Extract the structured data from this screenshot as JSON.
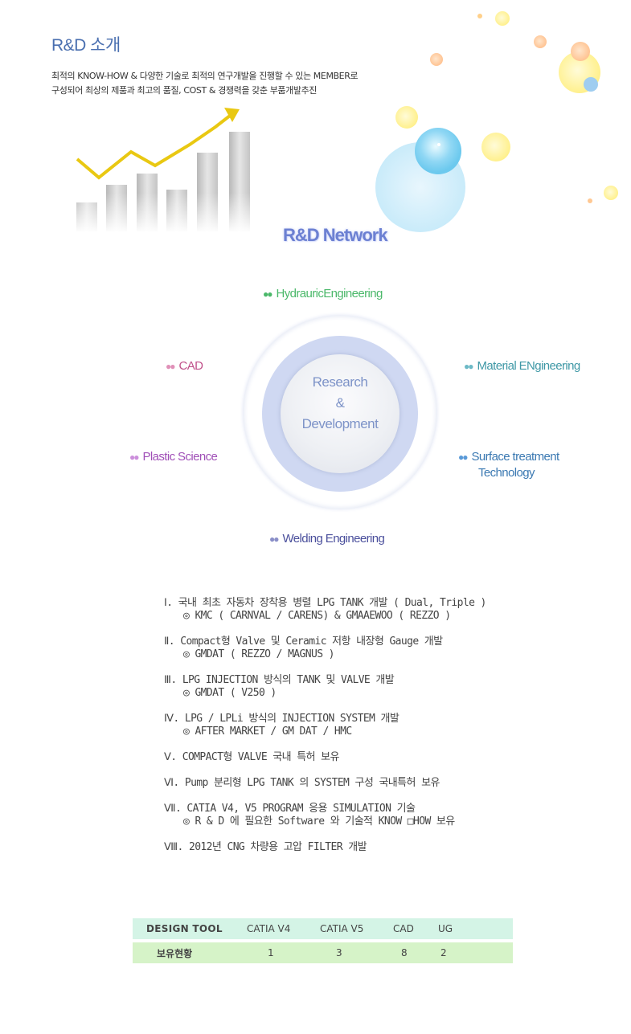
{
  "header": {
    "title": "R&D 소개",
    "intro_line1": "최적의 KNOW-HOW & 다양한 기술로 최적의 연구개발을 진행할 수 있는 MEMBER로",
    "intro_line2": "구성되어 최상의    제품과  최고의 품질, COST & 경쟁력을 갖춘 부품개발추진"
  },
  "network": {
    "title": "R&D Network",
    "center_line1": "Research",
    "center_line2": "&",
    "center_line3": "Development",
    "nodes": {
      "hydraulic": "HydrauricEngineering",
      "cad": "CAD",
      "material": "Material ENgineering",
      "plastic": "Plastic Science",
      "surface_line1": "Surface treatment",
      "surface_line2": "Technology",
      "welding": "Welding Engineering"
    },
    "dots": "●●"
  },
  "history": [
    {
      "line": "Ⅰ. 국내 최초 자동차 장착용 병렬 LPG TANK 개발 ( Dual, Triple )",
      "sub": "◎ KMC ( CARNVAL / CARENS) & GMAAEWOO ( REZZO )"
    },
    {
      "line": "Ⅱ. Compact형 Valve 및 Ceramic 저항 내장형 Gauge 개발",
      "sub": "◎ GMDAT ( REZZO / MAGNUS )"
    },
    {
      "line": "Ⅲ. LPG INJECTION 방식의 TANK 및 VALVE 개발",
      "sub": "◎ GMDAT ( V250 )"
    },
    {
      "line": "Ⅳ. LPG / LPLi 방식의 INJECTION SYSTEM 개발",
      "sub": "◎ AFTER MARKET / GM DAT / HMC"
    },
    {
      "line": "Ⅴ. COMPACT형 VALVE 국내 특허 보유",
      "sub": ""
    },
    {
      "line": "Ⅵ. Pump 분리형 LPG TANK 의 SYSTEM 구성 국내특허 보유",
      "sub": ""
    },
    {
      "line": "Ⅶ. CATIA V4, V5 PROGRAM 응용 SIMULATION 기술",
      "sub": "◎ R & D 에 필요한 Software 와 기술적 KNOW □HOW 보유"
    },
    {
      "line": "Ⅷ. 2012년 CNG 차량용 고압 FILTER 개발",
      "sub": ""
    }
  ],
  "table": {
    "header": [
      "DESIGN TOOL",
      "CATIA V4",
      "CATIA V5",
      "CAD",
      "UG"
    ],
    "row": [
      "보유현황",
      "1",
      "3",
      "8",
      "2"
    ]
  },
  "colors": {
    "title": "#4a6fb0",
    "hydraulic": "#4bb86a",
    "cad": "#c0508a",
    "material": "#3f98a6",
    "plastic": "#a04fb7",
    "surface": "#3b79b2",
    "welding": "#4a4f9c",
    "table_header_bg": "#d4f4e6",
    "table_row_bg": "#d6f3c8"
  }
}
